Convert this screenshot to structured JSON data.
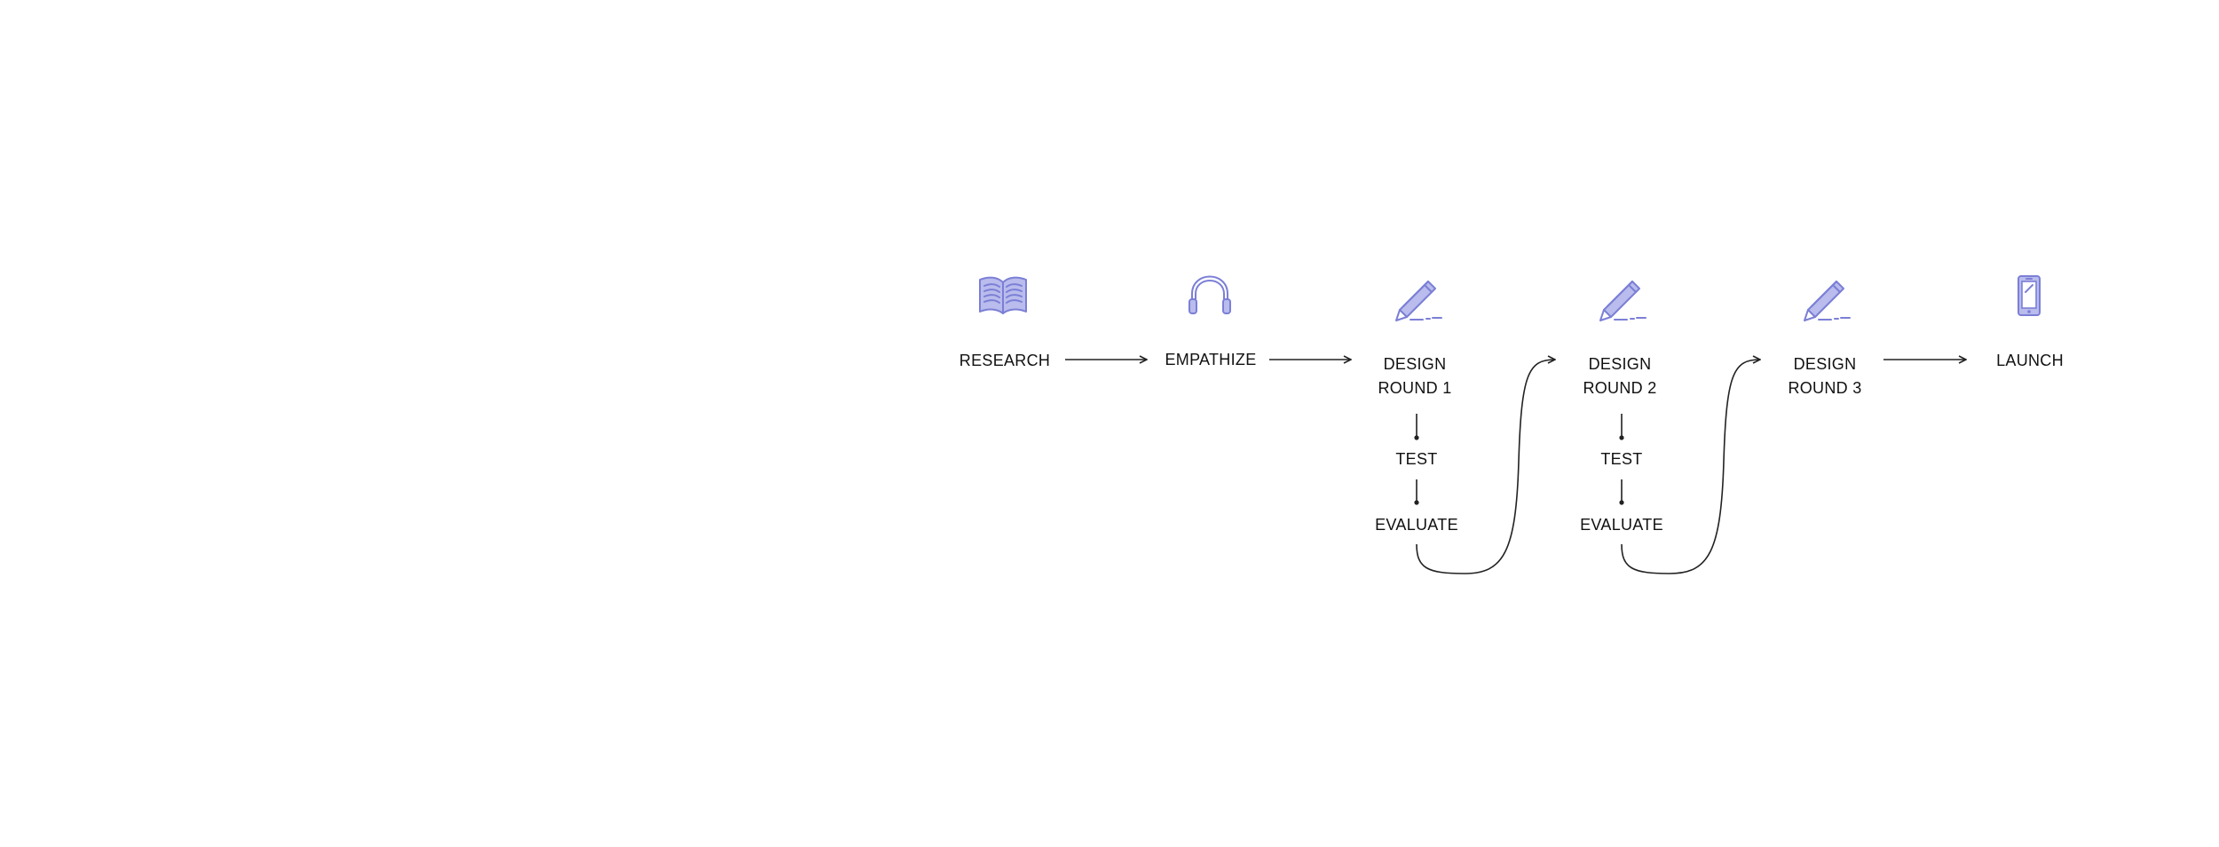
{
  "colors": {
    "icon": "#7b7fd6",
    "icon_fill": "#b9bcec",
    "text": "#111111",
    "arrow": "#222222",
    "background": "#ffffff"
  },
  "steps": {
    "research": {
      "label": "RESEARCH",
      "icon": "open-book-icon"
    },
    "empathize": {
      "label": "EMPATHIZE",
      "icon": "headphones-icon"
    },
    "design_round_1": {
      "label_line1": "DESIGN",
      "label_line2": "ROUND 1",
      "icon": "pencil-icon"
    },
    "design_round_2": {
      "label_line1": "DESIGN",
      "label_line2": "ROUND 2",
      "icon": "pencil-icon"
    },
    "design_round_3": {
      "label_line1": "DESIGN",
      "label_line2": "ROUND 3",
      "icon": "pencil-icon"
    },
    "launch": {
      "label": "LAUNCH",
      "icon": "smartphone-icon"
    }
  },
  "sub_steps": {
    "round_1": {
      "test": "TEST",
      "evaluate": "EVALUATE"
    },
    "round_2": {
      "test": "TEST",
      "evaluate": "EVALUATE"
    }
  }
}
